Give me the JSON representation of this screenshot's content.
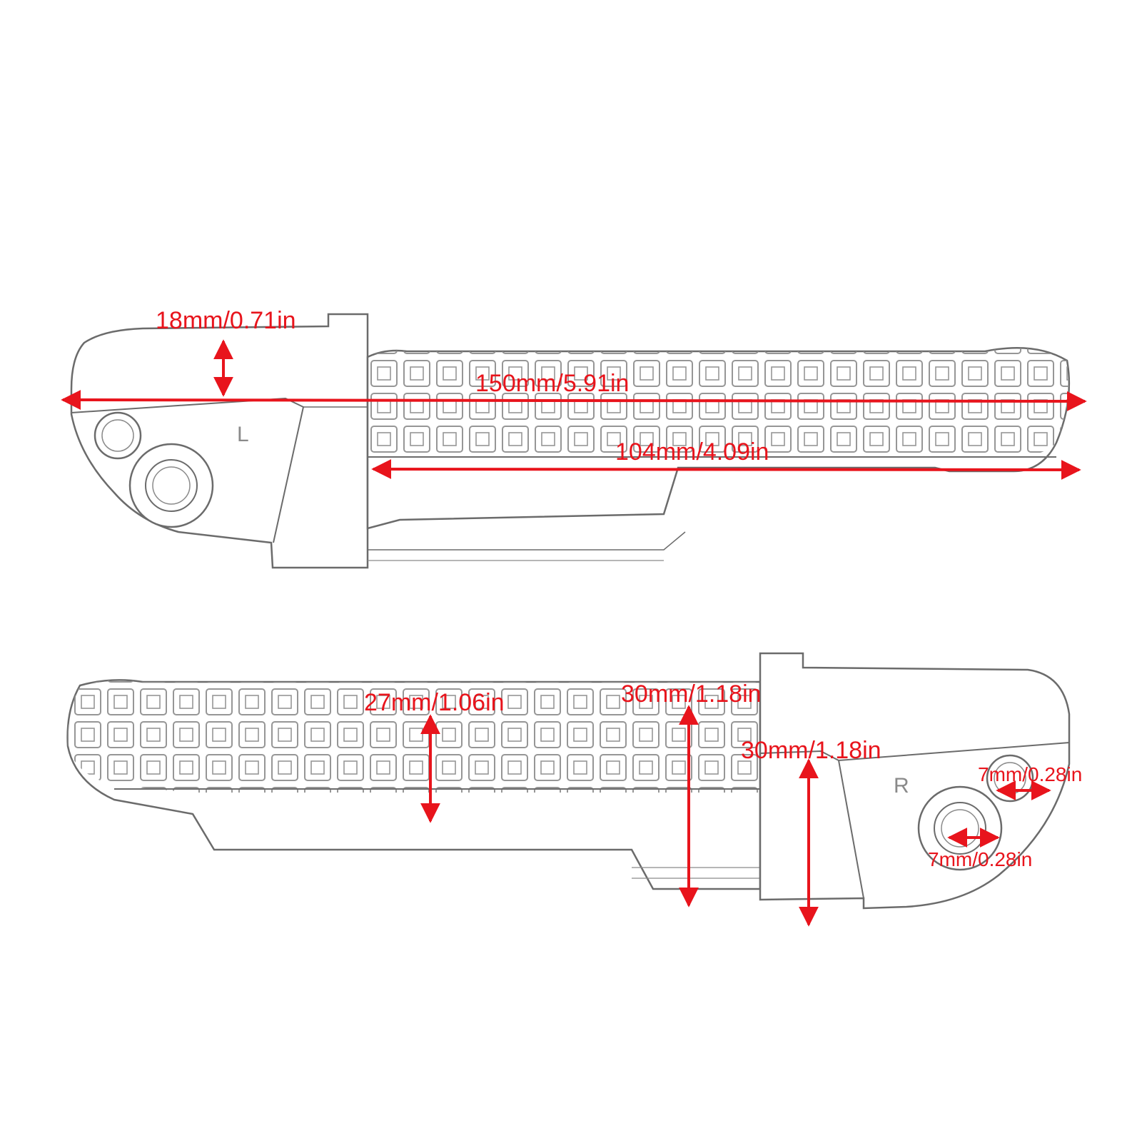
{
  "colors": {
    "dimension": "#e8141c",
    "outline": "#6b6b6b",
    "detail": "#8a8a8a",
    "background": "#ffffff"
  },
  "left_peg": {
    "side_letter": "L",
    "dimensions": {
      "height": "18mm/0.71in",
      "overall_length": "150mm/5.91in",
      "grip_length": "104mm/4.09in"
    }
  },
  "right_peg": {
    "side_letter": "R",
    "dimensions": {
      "grip_height": "27mm/1.06in",
      "body_height": "30mm/1.18in",
      "mount_height": "30mm/1.18in",
      "hole_upper": "7mm/0.28in",
      "hole_lower": "7mm/0.28in"
    }
  }
}
